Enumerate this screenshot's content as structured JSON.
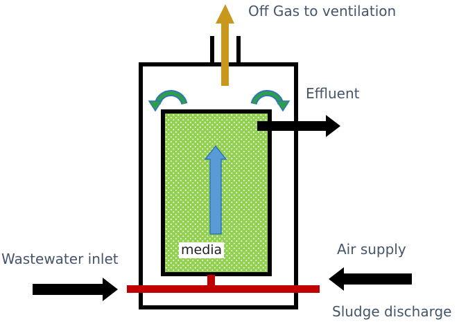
{
  "labels": {
    "off_gas": "Off Gas to ventilation",
    "effluent": "Effluent",
    "wastewater_inlet": "Wastewater inlet",
    "air_supply": "Air supply",
    "sludge_discharge": "Sludge discharge",
    "media": "media"
  },
  "colors": {
    "text": "#44546a",
    "vessel_outline": "#000000",
    "media_fill": "#92d050",
    "media_dots": "#ffffff",
    "flow_arrow": "#5b9bd5",
    "off_gas_arrow": "#c9971b",
    "air_pipe": "#c00000",
    "circulation_arrow": "#2e7d32",
    "circulation_arrow_stroke": "#2e75b6"
  },
  "icons": {
    "off_gas": "arrow-up-icon",
    "effluent": "arrow-right-icon",
    "inlet": "arrow-right-icon",
    "air": "arrow-left-icon",
    "upflow": "arrow-up-icon",
    "recirculation": "curved-arrow-icon"
  }
}
